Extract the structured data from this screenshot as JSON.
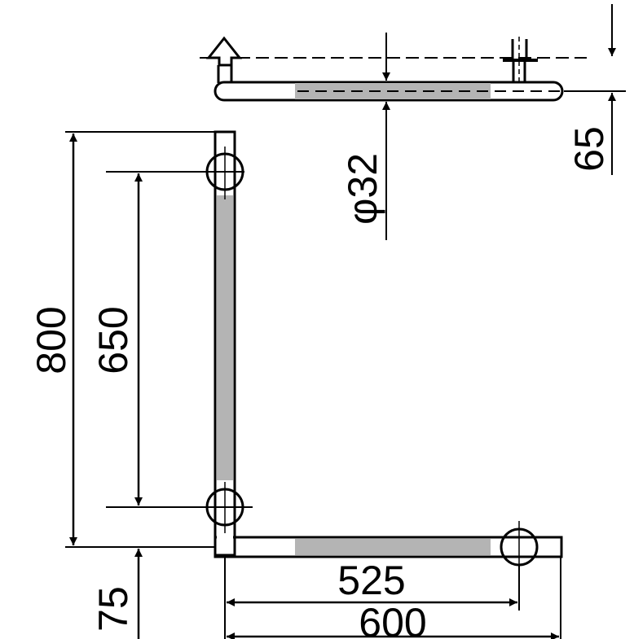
{
  "dimensions": {
    "diameter": "φ32",
    "projection": "65",
    "overall_height": "800",
    "mount_spacing_vertical": "650",
    "bottom_offset": "75",
    "mount_spacing_horizontal": "525",
    "overall_width": "600"
  },
  "colors": {
    "line": "#000000",
    "grip": "#b4b4b4",
    "background": "#ffffff"
  }
}
